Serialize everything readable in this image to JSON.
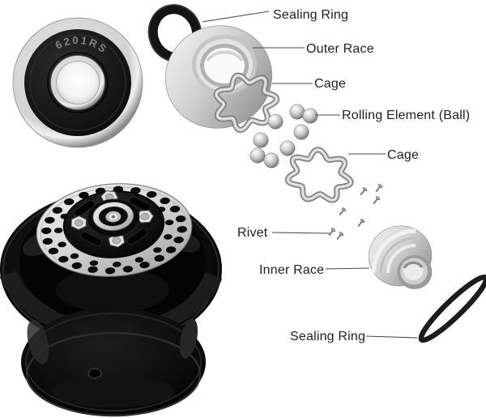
{
  "diagram": {
    "background": "#ffffff",
    "labels": {
      "sealing_ring_top": "Sealing Ring",
      "outer_race": "Outer Race",
      "cage_top": "Cage",
      "rolling_element": "Rolling Element (Ball)",
      "cage_bottom": "Cage",
      "rivet": "Rivet",
      "inner_race": "Inner Race",
      "sealing_ring_bottom": "Sealing Ring"
    },
    "assembled_bearing": {
      "engraving": "6201RS"
    },
    "counts": {
      "balls": 8,
      "rivets": 7
    },
    "colors": {
      "label_text": "#1f1f1f",
      "leader_line": "#4a4a4a",
      "rubber_black": "#141414",
      "metal_light": "#f2f2f2",
      "metal_mid": "#b5b5b5",
      "metal_dark": "#8a8a8a",
      "wheel_gloss_black": "#0b0b0b"
    }
  }
}
